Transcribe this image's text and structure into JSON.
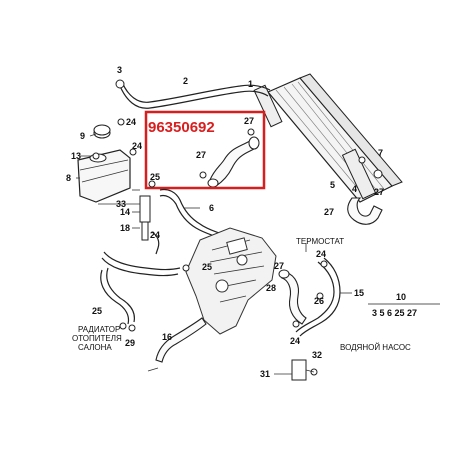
{
  "highlight": {
    "part_number": "96350692",
    "color": "#d81e1e"
  },
  "callouts": {
    "c1": "1",
    "c2": "2",
    "c3": "3",
    "c4": "4",
    "c5": "5",
    "c6": "6",
    "c7": "7",
    "c8": "8",
    "c9": "9",
    "c10": "10",
    "c13": "13",
    "c14": "14",
    "c15": "15",
    "c16": "16",
    "c18": "18",
    "c24a": "24",
    "c24b": "24",
    "c24c": "24",
    "c24d": "24",
    "c25a": "25",
    "c25b": "25",
    "c25c": "25",
    "c26": "26",
    "c27a": "27",
    "c27b": "27",
    "c27c": "27",
    "c27d": "27",
    "c27e": "27",
    "c28": "28",
    "c29": "29",
    "c31": "31",
    "c32": "32",
    "c33": "33"
  },
  "group_10": {
    "header": "10",
    "items": "3  5  6  25  27"
  },
  "captions": {
    "thermostat": "ТЕРМОСТАТ",
    "heater_line1": "РАДИАТОР",
    "heater_line2": "ОТОПИТЕЛЯ",
    "heater_line3": "САЛОНА",
    "water_pump": "ВОДЯНОЙ НАСОС"
  }
}
